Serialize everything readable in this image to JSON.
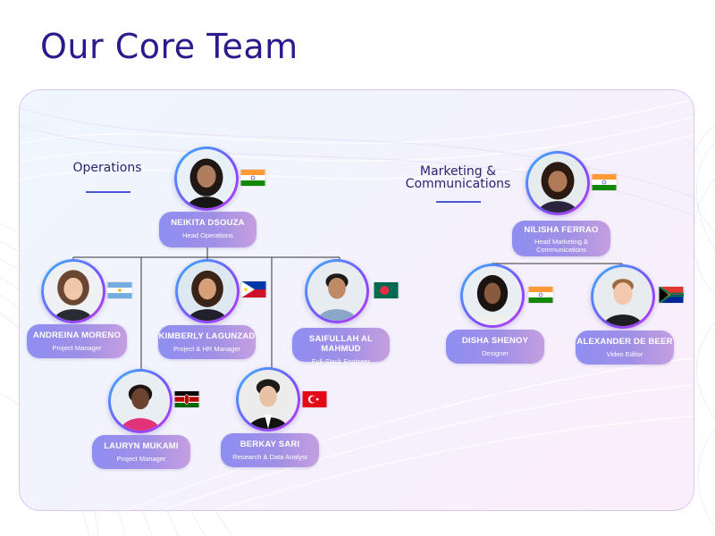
{
  "page": {
    "title": "Our Core Team"
  },
  "sections": {
    "operations": {
      "label": "Operations"
    },
    "marketing": {
      "label_line1": "Marketing &",
      "label_line2": "Communications"
    }
  },
  "people": [
    {
      "key": "neikita",
      "name": "NEIKITA DSOUZA",
      "role": "Head Operations",
      "flag": "india"
    },
    {
      "key": "andreina",
      "name": "ANDREINA MORENO",
      "role": "Project Manager",
      "flag": "argentina"
    },
    {
      "key": "kimberly",
      "name": "KIMBERLY LAGUNZAD",
      "role": "Project & HR Manager",
      "flag": "philippines"
    },
    {
      "key": "saifullah",
      "name": "SAIFULLAH AL MAHMUD",
      "role": "Full-Stack Engineer",
      "flag": "bangladesh"
    },
    {
      "key": "lauryn",
      "name": "LAURYN MUKAMI",
      "role": "Project Manager",
      "flag": "kenya"
    },
    {
      "key": "berkay",
      "name": "BERKAY SARI",
      "role": "Research & Data Analyst",
      "flag": "turkey"
    },
    {
      "key": "nilisha",
      "name": "NILISHA FERRAO",
      "role_line1": "Head Marketing &",
      "role_line2": "Communications",
      "flag": "india"
    },
    {
      "key": "disha",
      "name": "DISHA SHENOY",
      "role": "Designer",
      "flag": "india"
    },
    {
      "key": "alexander",
      "name": "ALEXANDER DE BEER",
      "role": "Video Editor",
      "flag": "south-africa"
    }
  ],
  "colors": {
    "title": "#2a1a8c",
    "avatar_ring_start": "#38b6ff",
    "avatar_ring_end": "#c13cf0",
    "name_box_start": "#8e8ef2",
    "name_box_end": "#c59fe0",
    "connector": "#333333",
    "section_underline": "#4a57d6"
  }
}
